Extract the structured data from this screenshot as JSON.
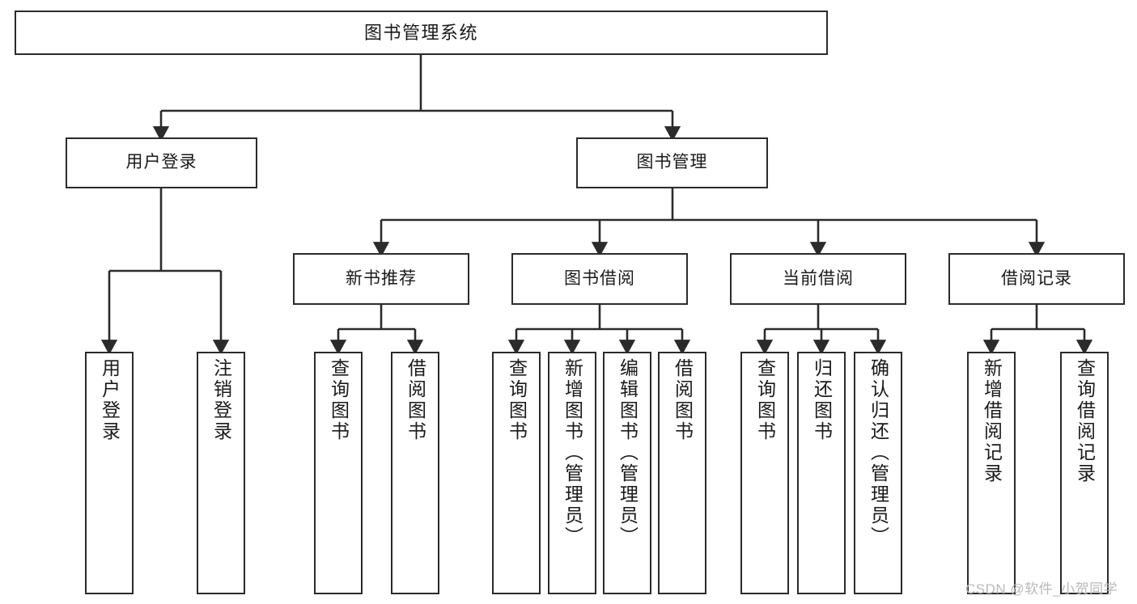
{
  "diagram": {
    "title": "图书管理系统",
    "type": "tree-hierarchy-chart",
    "watermark": "CSDN @软件_小贺同学",
    "colors": {
      "stroke": "#2b2b2b",
      "fill": "#ffffff",
      "text": "#1a1a1a",
      "watermark": "#b9b9b9",
      "background": "#ffffff"
    },
    "nodes": {
      "root": {
        "label": "图书管理系统"
      },
      "level2": [
        {
          "id": "user-login",
          "label": "用户登录"
        },
        {
          "id": "book-manage",
          "label": "图书管理"
        }
      ],
      "level3": [
        {
          "id": "new-book-recommend",
          "label": "新书推荐"
        },
        {
          "id": "book-borrow",
          "label": "图书借阅"
        },
        {
          "id": "current-borrow",
          "label": "当前借阅"
        },
        {
          "id": "borrow-record",
          "label": "借阅记录"
        }
      ],
      "leaves": {
        "user-login": [
          {
            "id": "leaf-user-login",
            "label": "用户登录"
          },
          {
            "id": "leaf-logout-login",
            "label": "注销登录"
          }
        ],
        "new-book-recommend": [
          {
            "id": "leaf-query-book-1",
            "label": "查询图书"
          },
          {
            "id": "leaf-borrow-book-1",
            "label": "借阅图书"
          }
        ],
        "book-borrow": [
          {
            "id": "leaf-query-book-2",
            "label": "查询图书"
          },
          {
            "id": "leaf-add-book",
            "label": "新增图书（管理员）"
          },
          {
            "id": "leaf-edit-book",
            "label": "编辑图书（管理员）"
          },
          {
            "id": "leaf-borrow-book-2",
            "label": "借阅图书"
          }
        ],
        "current-borrow": [
          {
            "id": "leaf-query-book-3",
            "label": "查询图书"
          },
          {
            "id": "leaf-return-book",
            "label": "归还图书"
          },
          {
            "id": "leaf-confirm-return",
            "label": "确认归还（管理员）"
          }
        ],
        "borrow-record": [
          {
            "id": "leaf-add-record",
            "label": "新增借阅记录"
          },
          {
            "id": "leaf-query-record",
            "label": "查询借阅记录"
          }
        ]
      }
    }
  }
}
